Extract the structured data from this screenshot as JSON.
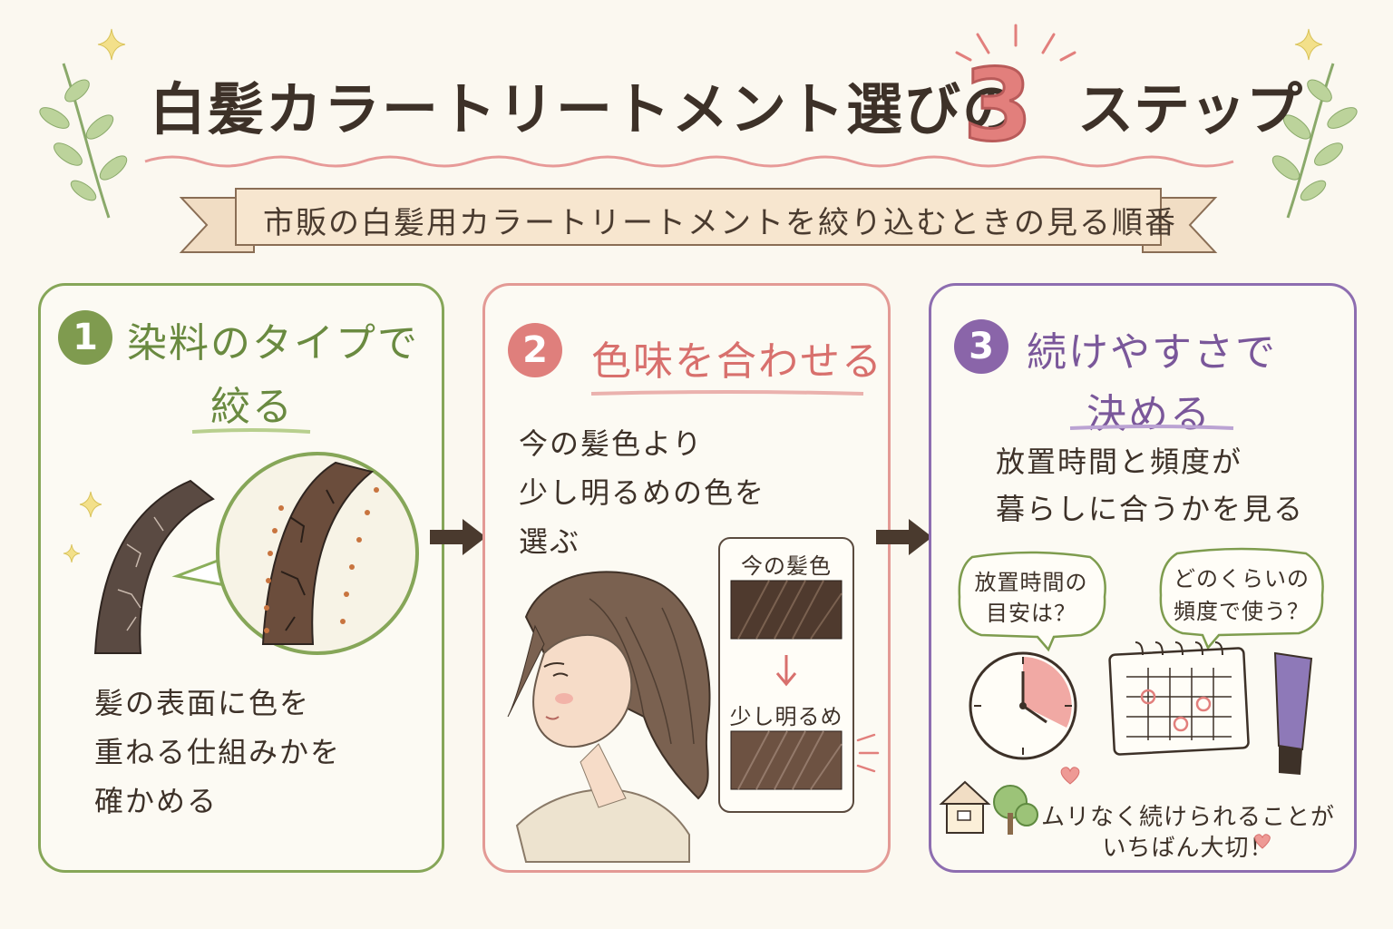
{
  "title": {
    "main": "白髪カラートリートメント選びの",
    "number": "3",
    "suffix": "ステップ"
  },
  "subtitle": "市販の白髪用カラートリートメントを絞り込むときの見る順番",
  "steps": [
    {
      "number": "1",
      "title_line1": "染料のタイプで",
      "title_line2": "絞る",
      "body": [
        "髪の表面に色を",
        "重ねる仕組みかを",
        "確かめる"
      ]
    },
    {
      "number": "2",
      "title_line1": "色味を合わせる",
      "body": [
        "今の髪色より",
        "少し明るめの色を",
        "選ぶ"
      ],
      "swatch_top_label": "今の髪色",
      "swatch_bottom_label": "少し明るめ"
    },
    {
      "number": "3",
      "title_line1": "続けやすさで",
      "title_line2": "決める",
      "body": [
        "放置時間と頻度が",
        "暮らしに合うかを見る"
      ],
      "bubble1": [
        "放置時間の",
        "目安は？"
      ],
      "bubble2": [
        "どのくらいの",
        "頻度で使う？"
      ],
      "footer": [
        "ムリなく続けられることが",
        "いちばん大切！"
      ]
    }
  ],
  "colors": {
    "green": "#86a658",
    "pink": "#e39a95",
    "purple": "#8d6db0",
    "brown": "#3d3128",
    "hair_dark": "#5a4638",
    "hair_light": "#7a6150"
  }
}
